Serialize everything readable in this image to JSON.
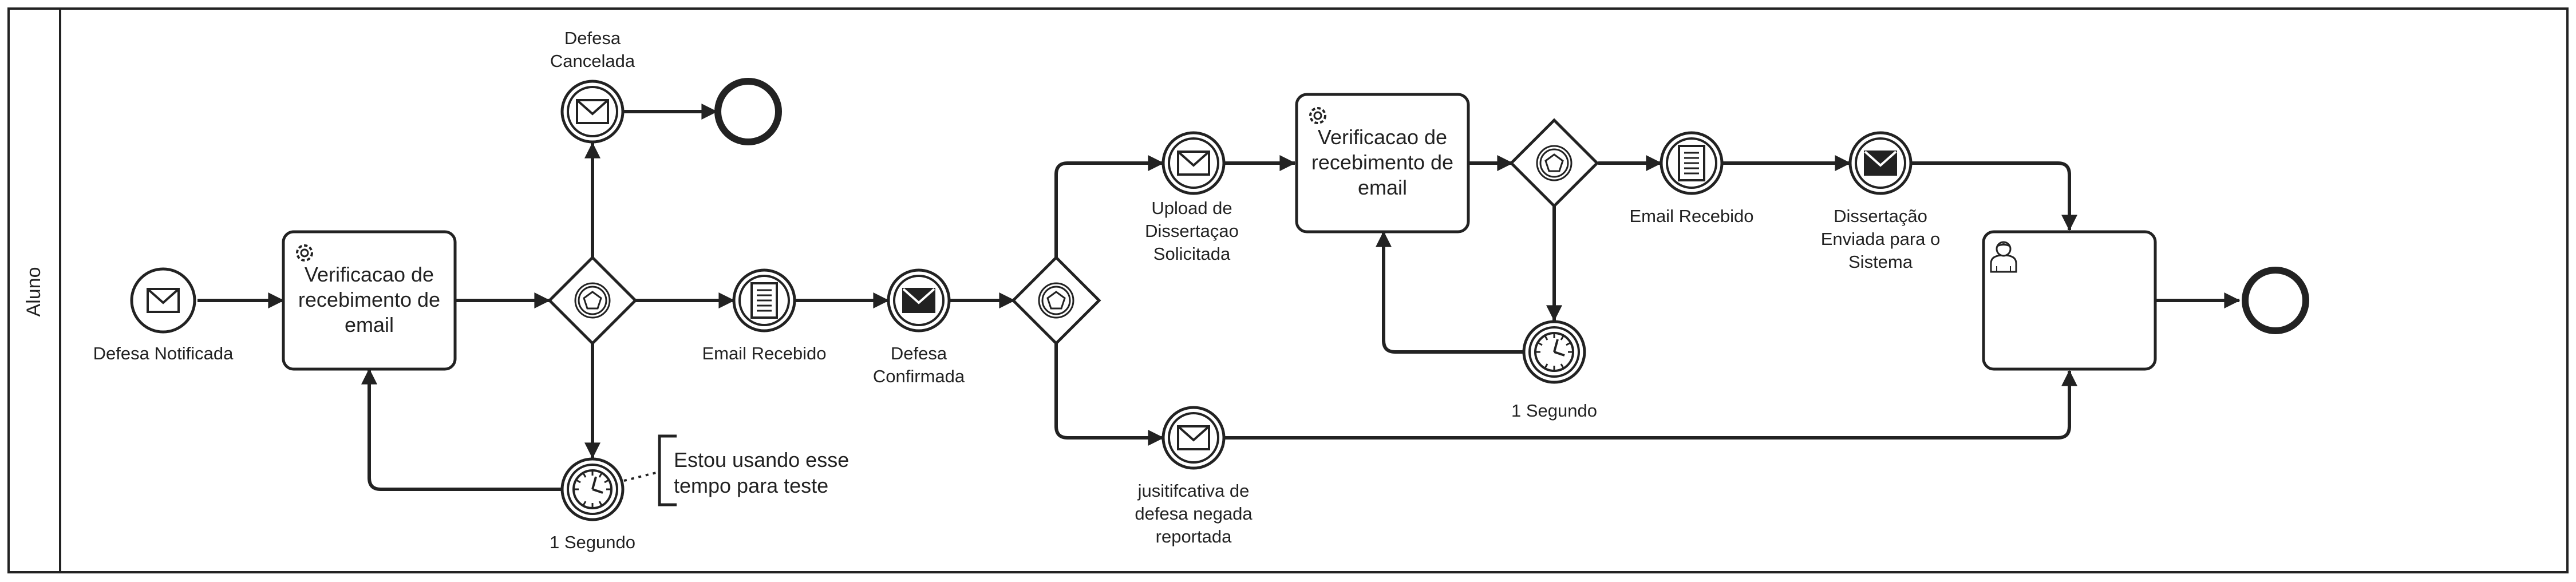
{
  "pool": {
    "lane_label": "Aluno"
  },
  "events": {
    "start": {
      "label": "Defesa Notificada",
      "icon": "envelope-icon"
    },
    "cancelled": {
      "label_lines": [
        "Defesa",
        "Cancelada"
      ],
      "icon": "envelope-icon"
    },
    "email_received_1": {
      "label": "Email Recebido",
      "icon": "document-icon"
    },
    "defense_confirmed": {
      "label_lines": [
        "Defesa",
        "Confirmada"
      ],
      "icon": "envelope-filled-icon"
    },
    "timer_1": {
      "label": "1 Segundo",
      "icon": "clock-icon"
    },
    "upload_requested": {
      "label_lines": [
        "Upload de",
        "Dissertaçao",
        "Solicitada"
      ],
      "icon": "envelope-icon"
    },
    "justification": {
      "label_lines": [
        "jusitifcativa de",
        "defesa negada",
        "reportada"
      ],
      "icon": "envelope-icon"
    },
    "email_received_2": {
      "label": "Email Recebido",
      "icon": "document-icon"
    },
    "dissertation_sent": {
      "label_lines": [
        "Dissertação",
        "Enviada para o",
        "Sistema"
      ],
      "icon": "envelope-filled-icon"
    },
    "timer_2": {
      "label": "1 Segundo",
      "icon": "clock-icon"
    }
  },
  "tasks": {
    "verify_1": {
      "label_lines": [
        "Verificacao de",
        "recebimento de",
        "email"
      ],
      "icon": "gear-icon"
    },
    "verify_2": {
      "label_lines": [
        "Verificacao de",
        "recebimento de",
        "email"
      ],
      "icon": "gear-icon"
    },
    "user_task": {
      "icon": "user-icon"
    }
  },
  "annotation": {
    "label_lines": [
      "Estou usando esse",
      "tempo para teste"
    ]
  },
  "colors": {
    "stroke": "#222222",
    "background": "#ffffff"
  }
}
